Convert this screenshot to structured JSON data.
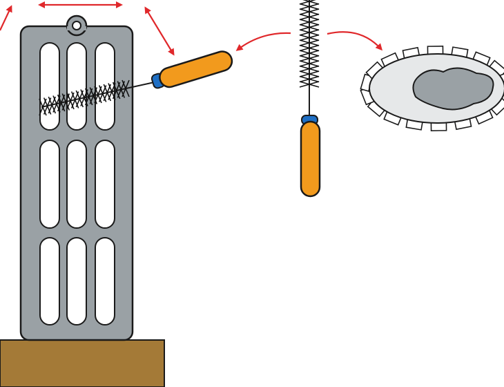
{
  "diagram": {
    "colors": {
      "background": "#ffffff",
      "outline": "#1a1a1a",
      "radiator_fill": "#9aa1a5",
      "slot_fill": "#ffffff",
      "base_fill": "#a47a37",
      "handle_fill": "#f29a1d",
      "collar_fill": "#1f6fc4",
      "arrow_color": "#e0282b",
      "dish_fill": "#e6e8e9",
      "deposit_fill": "#9aa1a5",
      "bristle_color": "#111111"
    },
    "components": [
      {
        "id": "radiator-grate",
        "icon": "slotted-grate",
        "slots": "3x3"
      },
      {
        "id": "wooden-base",
        "icon": "block"
      },
      {
        "id": "bottle-brush",
        "icon": "brush",
        "count": 2
      },
      {
        "id": "sample-dish",
        "icon": "toothed-ring-with-deposit"
      },
      {
        "id": "motion-arrows",
        "icon": "double-headed-arrow",
        "count": 4
      }
    ]
  }
}
